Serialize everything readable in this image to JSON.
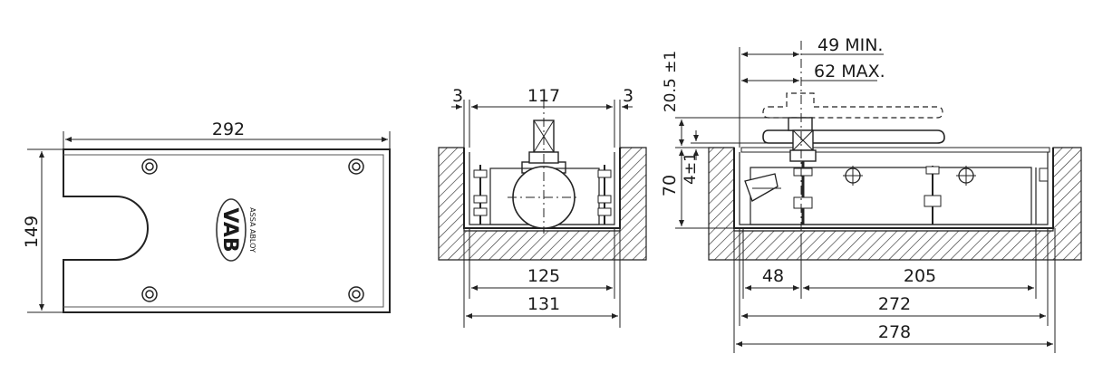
{
  "plan_view": {
    "width_label": "292",
    "height_label": "149",
    "brand_mark": "VAB",
    "brand_text": "ASSA ABLOY"
  },
  "section_view": {
    "top_labels": [
      "3",
      "117",
      "3"
    ],
    "bottom_labels": [
      "125",
      "131"
    ]
  },
  "side_view": {
    "spindle_min": "49 MIN.",
    "spindle_max": "62 MAX.",
    "top_offset": "20.5 ±1",
    "depth": "70",
    "small_offset": "4±1",
    "bottom_labels": [
      "48",
      "205",
      "272",
      "278"
    ]
  }
}
